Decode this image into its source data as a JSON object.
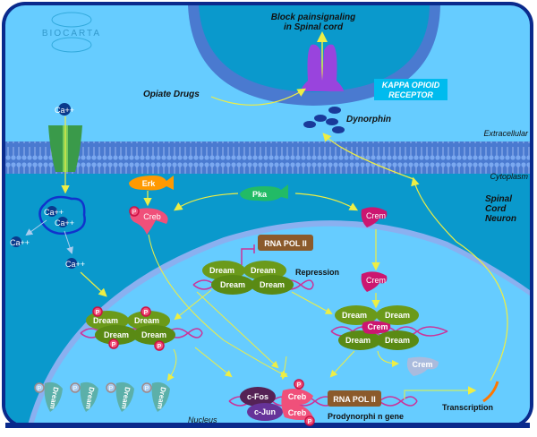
{
  "logo": {
    "text": "BIOCARTA"
  },
  "labels": {
    "block_pain": [
      "Block painsignaling",
      "in Spinal cord"
    ],
    "opiate_drugs": "Opiate Drugs",
    "kappa_receptor": [
      "KAPPA OPIOID",
      "RECEPTOR"
    ],
    "dynorphin": "Dynorphin",
    "extracellular": "Extracellular",
    "cytoplasm": "Cytoplasm",
    "spinal_cord_neuron": [
      "Spinal",
      "Cord",
      "Neuron"
    ],
    "nucleus": "Nucleus",
    "repression": "Repression",
    "transcription": "Transcription",
    "gene": "Prodynorphi n gene"
  },
  "molecules": {
    "ca": "Ca++",
    "erk": "Erk",
    "pka": "Pka",
    "creb": "Creb",
    "crem": "Crem",
    "dream": "Dream",
    "rna_pol": "RNA POL II",
    "cfos": "c-Fos",
    "cjun": "c-Jun",
    "phospho": "P"
  },
  "colors": {
    "frame": "#0a2a8c",
    "extracellular": "#66ccff",
    "cytoplasm": "#0a99cc",
    "nucleus": "#66ccff",
    "membrane": "#5a8ae6",
    "arrow": "#eeee44",
    "dream": "#6b9a1a",
    "creb": "#f0507a",
    "crem": "#cc1670",
    "erk": "#ff9900",
    "pka": "#22bb66",
    "rna_pol": "#8b5a2b",
    "receptor": "#9944dd",
    "channel": "#3a9a4a",
    "dynorphin": "#1a3a9a",
    "dna": "#cc3399",
    "kappa_box": "#00bbee"
  }
}
